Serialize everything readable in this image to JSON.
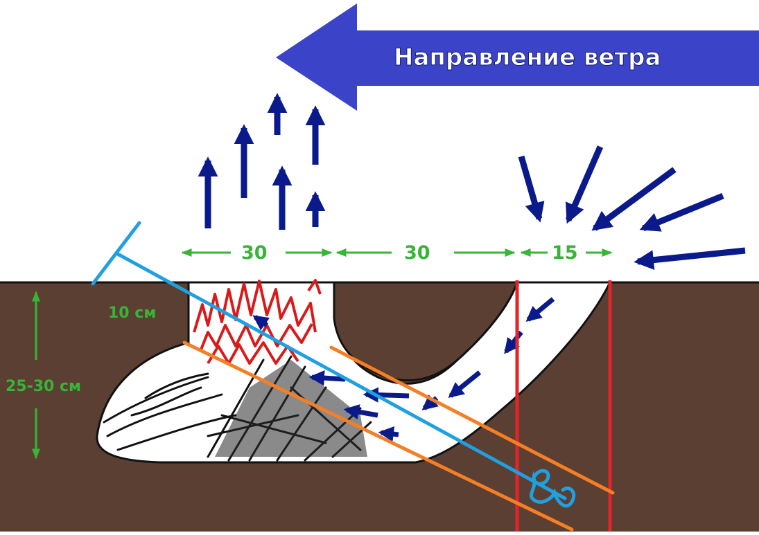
{
  "wind_label": "Направление ветра",
  "dimensions": {
    "chamber_width": "30",
    "gap_width": "30",
    "vent_width": "15",
    "pit_upper_depth": "10 см",
    "pit_total_depth": "25-30 см"
  },
  "colors": {
    "soil": "#5b3f33",
    "wind_arrow": "#3b44c9",
    "airflow_arrows": "#0a1a8a",
    "dimension_green": "#38b436",
    "flame_red": "#d81a1a",
    "guide_line_red": "#e1262a",
    "orange_lines": "#f47f26",
    "cyan_tool": "#1fa0e0"
  },
  "icons": [
    "wind-direction-arrow",
    "updraft-arrow",
    "inflow-arrow",
    "flame",
    "firewood",
    "tool-marker"
  ]
}
